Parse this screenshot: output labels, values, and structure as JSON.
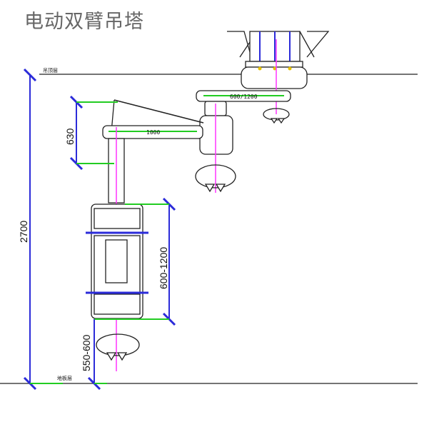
{
  "title": "电动双臂吊塔",
  "labels": {
    "ceiling": "吊顶层",
    "floor": "地板层",
    "arm_upper": "600/1200",
    "arm_lower": "1000"
  },
  "dimensions": {
    "total_height": "2700",
    "arm_height": "630",
    "pendant_range": "600-1200",
    "floor_clearance": "550-600"
  },
  "colors": {
    "dimension_line": "#2b2bd9",
    "extension_line": "#22cc22",
    "axis_line": "#ff33ff",
    "outline": "#222222"
  }
}
